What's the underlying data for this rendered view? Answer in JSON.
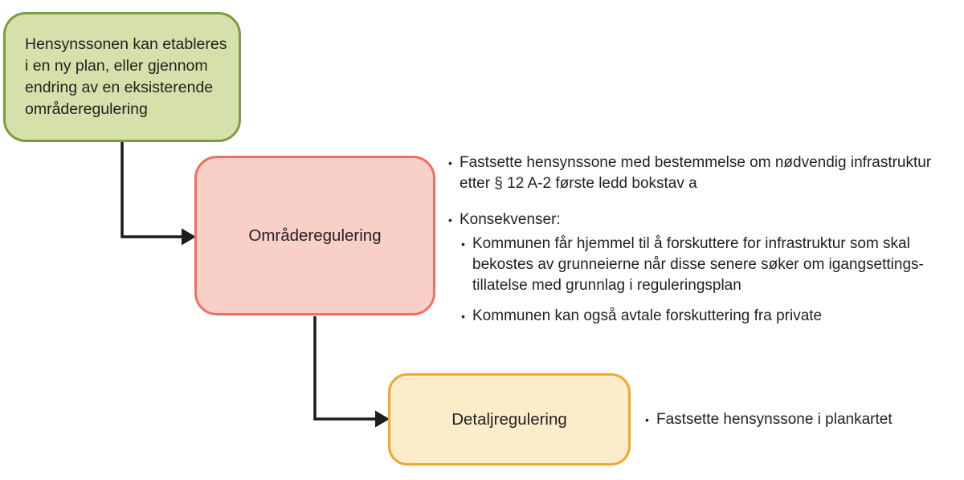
{
  "glyphs": {
    "bullet": "•"
  },
  "colors": {
    "green_fill": "#d6e0ab",
    "green_border": "#7d9b42",
    "pink_fill": "#f8d0c8",
    "pink_border": "#ee6f62",
    "yellow_fill": "#fbecca",
    "yellow_border": "#f1a62f",
    "arrow": "#1c1c1c",
    "text": "#231f20"
  },
  "boxes": {
    "green": {
      "lines": [
        "Hensynssonen kan etableres",
        "i en ny plan, eller gjennom",
        "endring av en eksisterende",
        "områderegulering"
      ]
    },
    "pink": {
      "label": "Områderegulering"
    },
    "yellow": {
      "label": "Detaljregulering"
    }
  },
  "annotations": {
    "omraaderegulering": {
      "bullet1": {
        "lines": [
          "Fastsette hensynssone med bestemmelse om nødvendig infrastruktur",
          "etter § 12 A-2 første ledd bokstav a"
        ]
      },
      "bullet2": "Konsekvenser:",
      "sub1": {
        "lines": [
          "Kommunen får hjemmel til å forskuttere for infrastruktur som skal",
          "bekostes av grunneierne når disse senere søker om igangsettings-",
          "tillatelse med grunnlag i reguleringsplan"
        ]
      },
      "sub2": "Kommunen kan også avtale forskuttering fra private"
    },
    "detaljregulering": {
      "bullet1": "Fastsette hensynssone i plankartet"
    }
  }
}
